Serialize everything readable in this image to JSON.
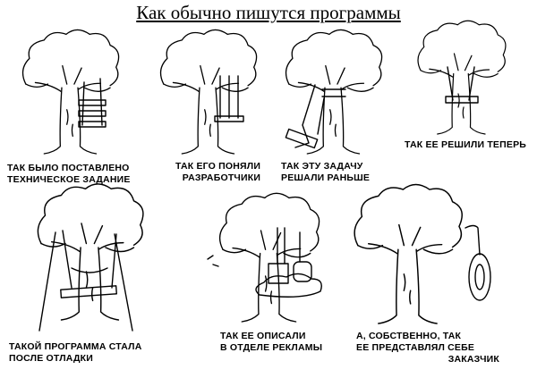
{
  "title": "Как обычно пишутся программы",
  "panels": [
    {
      "lines": [
        "ТАК БЫЛО ПОСТАВЛЕНО",
        "ТЕХНИЧЕСКОЕ ЗАДАНИЕ"
      ]
    },
    {
      "lines": [
        "ТАК ЕГО ПОНЯЛИ",
        "РАЗРАБОТЧИКИ"
      ]
    },
    {
      "lines": [
        "ТАК ЭТУ ЗАДАЧУ",
        "РЕШАЛИ РАНЬШЕ"
      ]
    },
    {
      "lines": [
        "ТАК ЕЕ РЕШИЛИ ТЕПЕРЬ"
      ]
    },
    {
      "lines": [
        "ТАКОЙ ПРОГРАММА СТАЛА",
        "ПОСЛЕ ОТЛАДКИ"
      ]
    },
    {
      "lines": [
        "ТАК ЕЕ ОПИСАЛИ",
        "В ОТДЕЛЕ РЕКЛАМЫ"
      ]
    },
    {
      "lines": [
        "А, СОБСТВЕННО, ТАК",
        "ЕЕ ПРЕДСТАВЛЯЛ СЕБЕ",
        "ЗАКАЗЧИК"
      ]
    }
  ]
}
